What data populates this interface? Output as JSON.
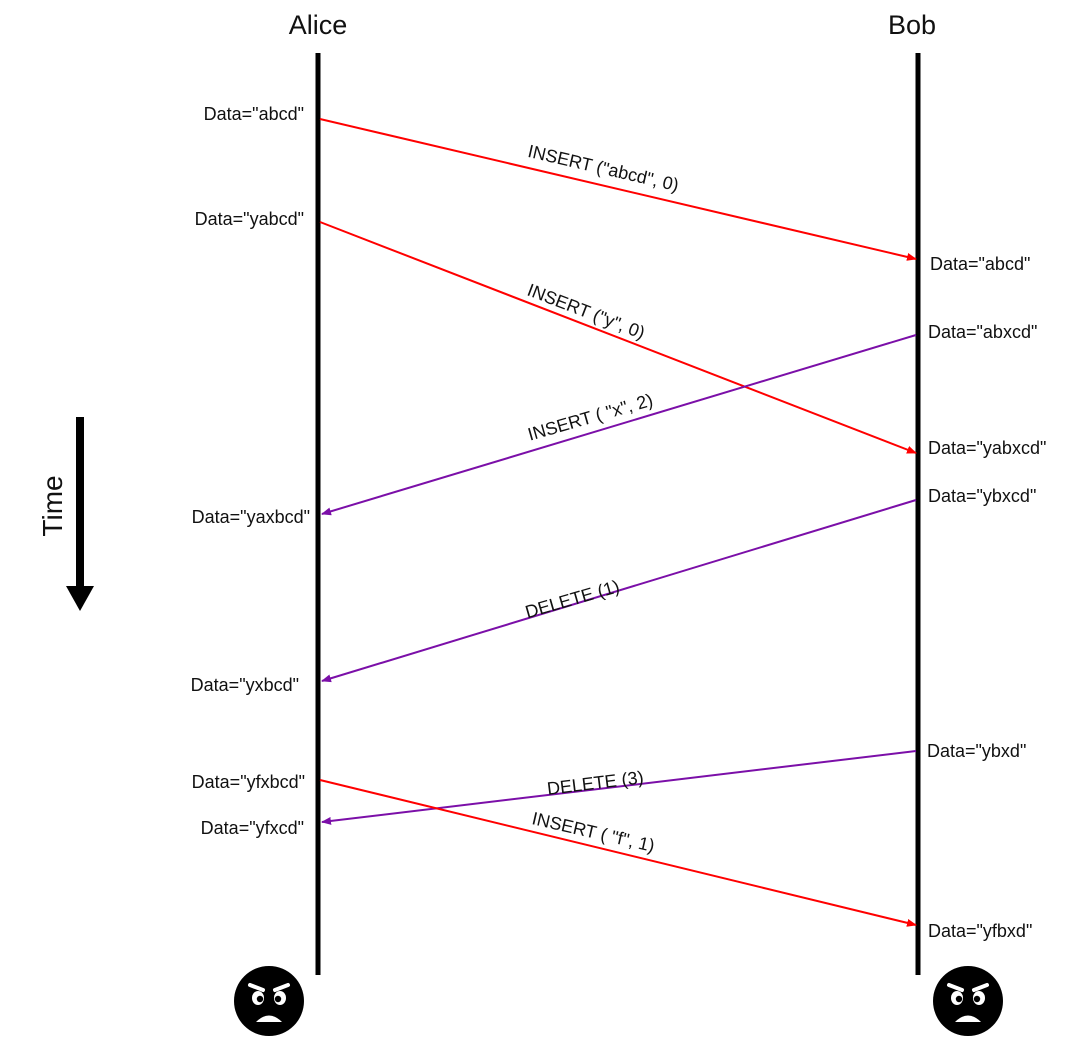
{
  "actors": {
    "left": "Alice",
    "right": "Bob"
  },
  "time_label": "Time",
  "alice_states": {
    "s1": "Data=\"abcd\"",
    "s2": "Data=\"yabcd\"",
    "s3": "Data=\"yaxbcd\"",
    "s4": "Data=\"yxbcd\"",
    "s5": "Data=\"yfxbcd\"",
    "s6": "Data=\"yfxcd\""
  },
  "bob_states": {
    "s1": "Data=\"abcd\"",
    "s2": "Data=\"abxcd\"",
    "s3": "Data=\"yabxcd\"",
    "s4": "Data=\"ybxcd\"",
    "s5": "Data=\"ybxd\"",
    "s6": "Data=\"yfbxd\""
  },
  "messages": {
    "m1": "INSERT (\"abcd\", 0)",
    "m2": "INSERT (\"y\", 0)",
    "m3": "INSERT ( \"x\", 2)",
    "m4": "DELETE (1)",
    "m5": "DELETE (3)",
    "m6": "INSERT ( \"f\", 1)"
  },
  "colors": {
    "alice_to_bob": "#ff0000",
    "bob_to_alice": "#7b0fa8",
    "lifeline": "#000000"
  },
  "icons": {
    "left_face": "angry-face-icon",
    "right_face": "angry-face-icon"
  }
}
